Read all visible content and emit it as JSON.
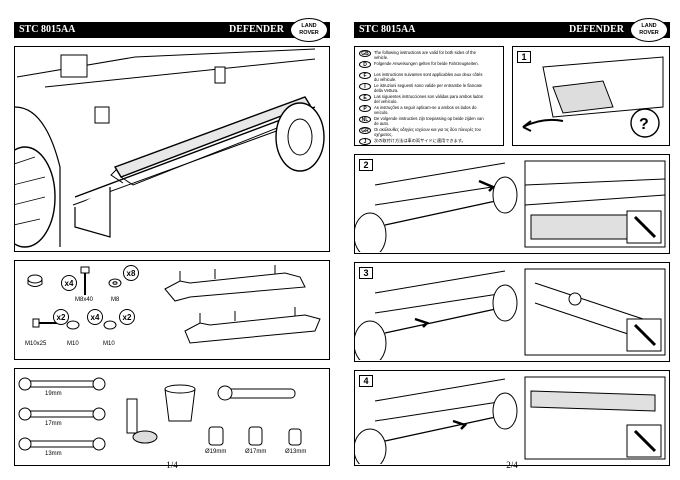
{
  "pages": [
    {
      "code": "STC 8015AA",
      "model": "DEFENDER",
      "logo_lines": [
        "LAND",
        "ROVER"
      ],
      "page_number": "1/4"
    },
    {
      "code": "STC 8015AA",
      "model": "DEFENDER",
      "logo_lines": [
        "LAND",
        "ROVER"
      ],
      "page_number": "2/4"
    }
  ],
  "parts": {
    "items": [
      {
        "label": "M8x40",
        "qty": "x4"
      },
      {
        "label": "M8",
        "qty": "x8"
      },
      {
        "label": "M10x25",
        "qty": "x2"
      },
      {
        "label": "M10",
        "qty": "x4"
      },
      {
        "label": "M10",
        "qty": "x2"
      }
    ]
  },
  "tools": {
    "wrenches": [
      "19mm",
      "17mm",
      "13mm"
    ],
    "sockets": [
      "Ø19mm",
      "Ø17mm",
      "Ø13mm"
    ]
  },
  "languages": [
    {
      "code": "GB",
      "text": "The following instructions are valid for both sides of the vehicle."
    },
    {
      "code": "D",
      "text": "Folgende Anweisungen gelten für beide Fahrzeugseiten."
    },
    {
      "code": "F",
      "text": "Les instructions suivantes sont applicables aux deux côtés du véhicule."
    },
    {
      "code": "I",
      "text": "Le istruzioni seguenti sono valide per entrambe le fiancate della Vettura."
    },
    {
      "code": "E",
      "text": "Las siguientes instrucciones son válidas para ambos lados del vehículo."
    },
    {
      "code": "P",
      "text": "As instruções a seguir aplicam-se a ambos os lados do veículo."
    },
    {
      "code": "NL",
      "text": "De volgende instructies zijn toepassing op beide zijden van de auto."
    },
    {
      "code": "GR",
      "text": "Οι ακόλουθες οδηγίες ισχύουν και για τις δύο πλευρές του οχήματος."
    },
    {
      "code": "J",
      "text": "次の取付け方法は車の両サイドに適用できます。"
    }
  ],
  "steps": [
    "1",
    "2",
    "3",
    "4"
  ],
  "colors": {
    "bar": "#000000",
    "line": "#000000",
    "fill": "#ffffff",
    "shade": "#cfcfcf"
  }
}
